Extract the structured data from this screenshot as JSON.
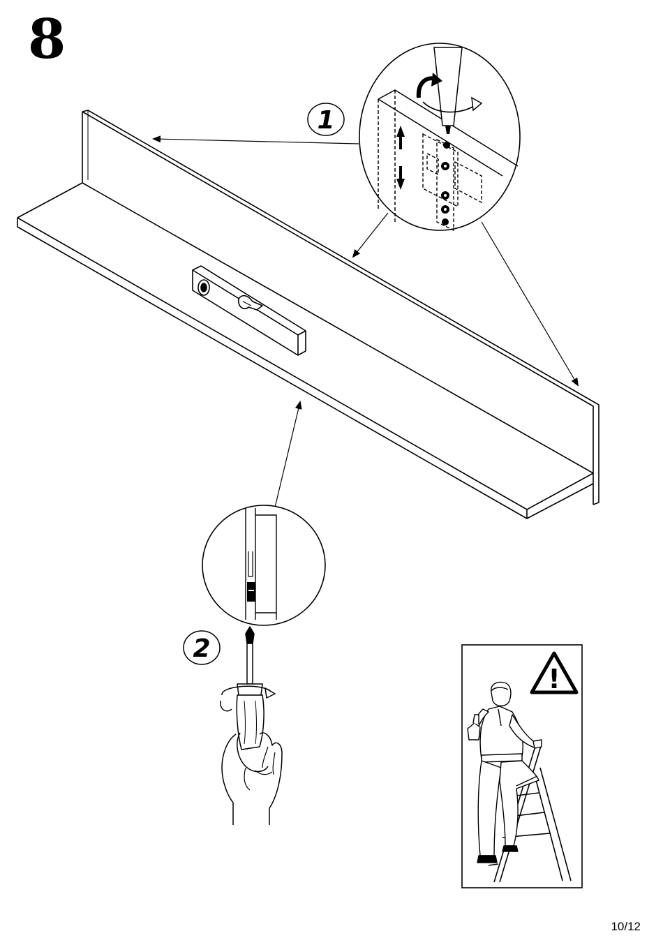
{
  "step": {
    "number": "8"
  },
  "callouts": [
    {
      "label": "1"
    },
    {
      "label": "2"
    }
  ],
  "warning": {
    "symbol": "!"
  },
  "page": {
    "counter": "10/12"
  }
}
